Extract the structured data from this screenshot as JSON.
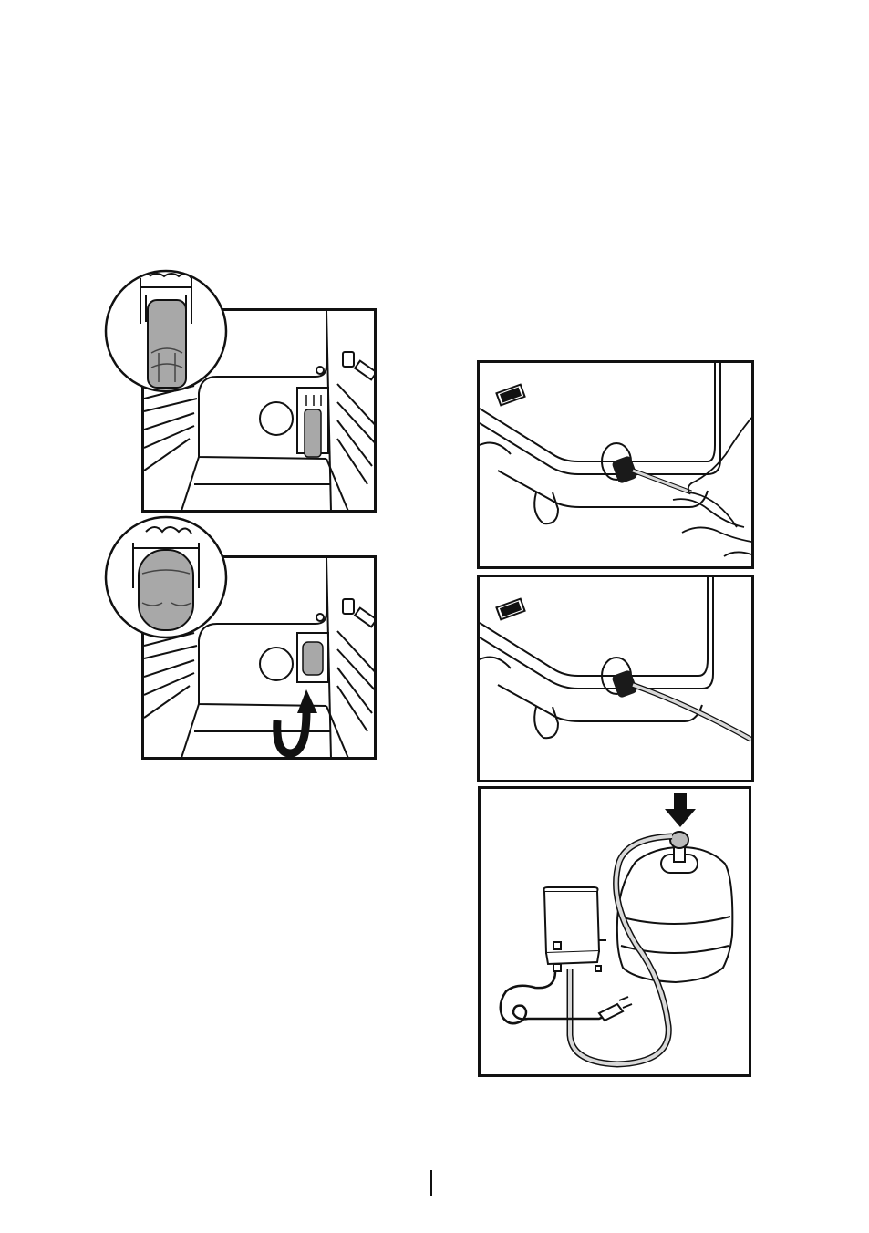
{
  "page": {
    "colors": {
      "line": "#111111",
      "fill_gray": "#a8a8a8",
      "fill_dark": "#1a1a1a",
      "tube": "#d9d9d9",
      "paper": "#ffffff"
    }
  },
  "figures": [
    {
      "name": "filter-insert",
      "icon": "filter-cartridge-icon"
    },
    {
      "name": "filter-rotate",
      "icon": "rotate-arrow-icon"
    },
    {
      "name": "pump-tube-connect",
      "icon": "hand-icon"
    },
    {
      "name": "pump-tube-connected",
      "icon": "tube-icon"
    },
    {
      "name": "bottle-pump-setup",
      "icon": "down-arrow-icon"
    }
  ]
}
